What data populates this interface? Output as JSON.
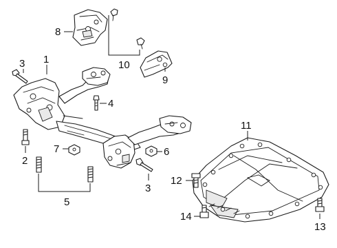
{
  "callouts": [
    {
      "id": "c1",
      "label": "1"
    },
    {
      "id": "c2",
      "label": "2"
    },
    {
      "id": "c3a",
      "label": "3"
    },
    {
      "id": "c3b",
      "label": "3"
    },
    {
      "id": "c4",
      "label": "4"
    },
    {
      "id": "c5",
      "label": "5"
    },
    {
      "id": "c6",
      "label": "6"
    },
    {
      "id": "c7",
      "label": "7"
    },
    {
      "id": "c8",
      "label": "8"
    },
    {
      "id": "c9",
      "label": "9"
    },
    {
      "id": "c10",
      "label": "10"
    },
    {
      "id": "c11",
      "label": "11"
    },
    {
      "id": "c12",
      "label": "12"
    },
    {
      "id": "c13",
      "label": "13"
    },
    {
      "id": "c14",
      "label": "14"
    }
  ]
}
